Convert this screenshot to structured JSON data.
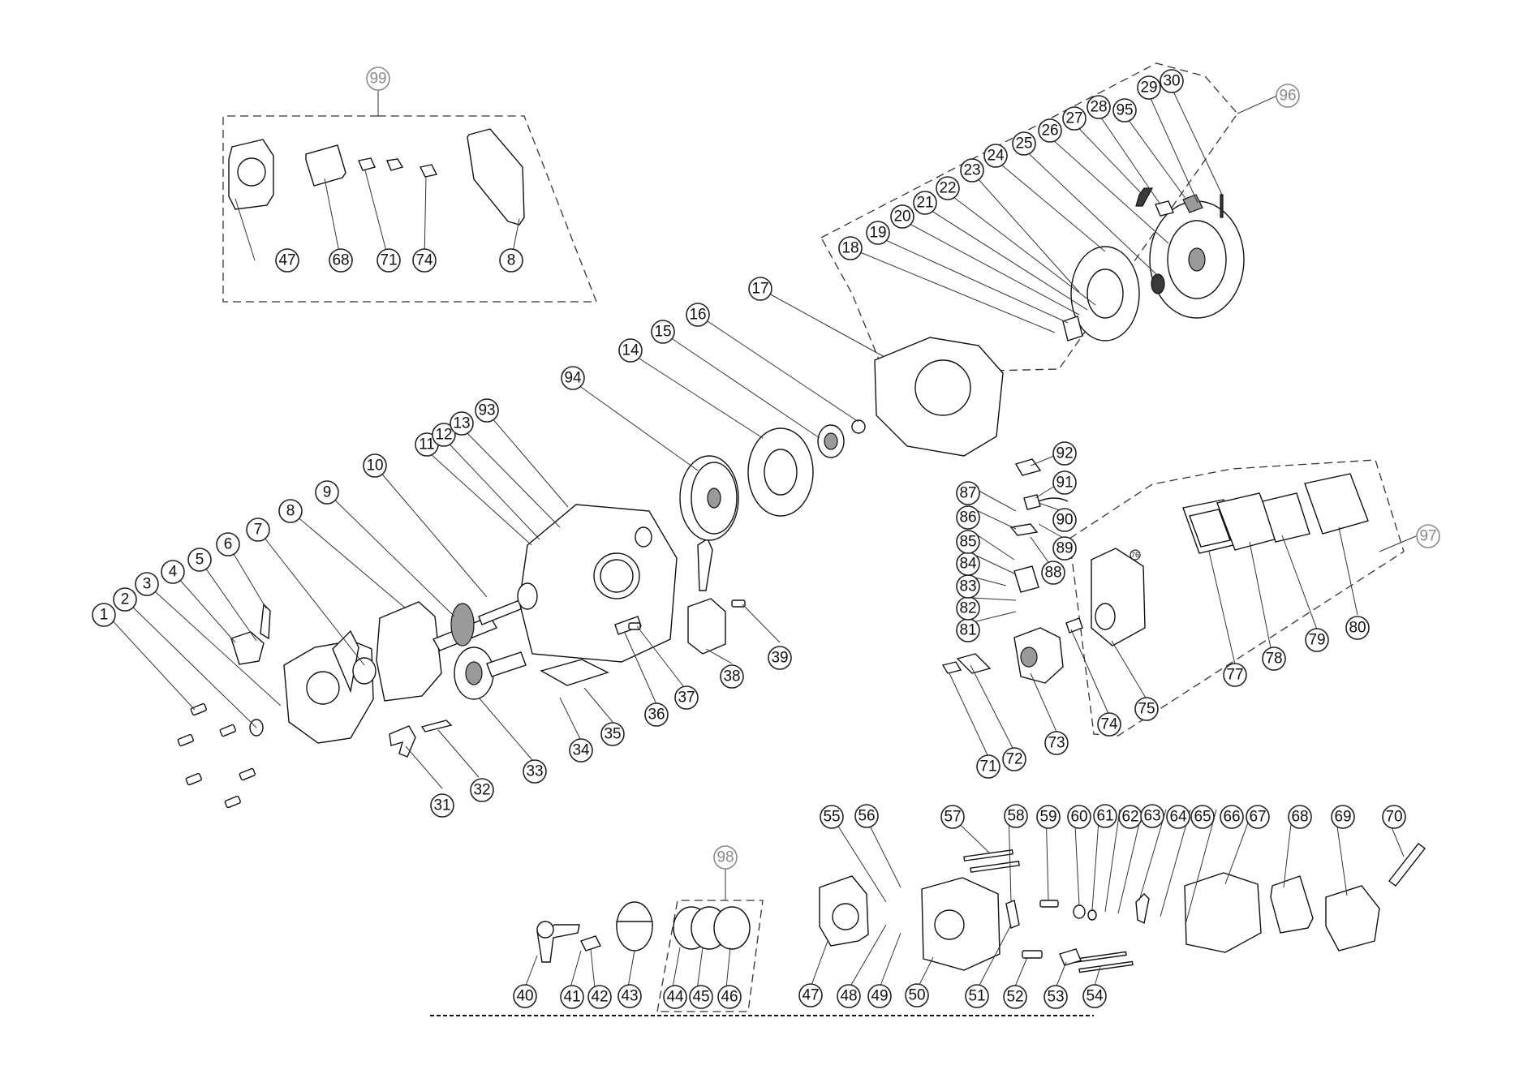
{
  "diagram": {
    "callouts": [
      {
        "id": "p1",
        "label": "1"
      },
      {
        "id": "p2",
        "label": "2"
      },
      {
        "id": "p3",
        "label": "3"
      },
      {
        "id": "p4",
        "label": "4"
      },
      {
        "id": "p5",
        "label": "5"
      },
      {
        "id": "p6",
        "label": "6"
      },
      {
        "id": "p7",
        "label": "7"
      },
      {
        "id": "p8",
        "label": "8"
      },
      {
        "id": "p9",
        "label": "9"
      },
      {
        "id": "p10",
        "label": "10"
      },
      {
        "id": "p11",
        "label": "11"
      },
      {
        "id": "p12",
        "label": "12"
      },
      {
        "id": "p13",
        "label": "13"
      },
      {
        "id": "p14",
        "label": "14"
      },
      {
        "id": "p15",
        "label": "15"
      },
      {
        "id": "p16",
        "label": "16"
      },
      {
        "id": "p17",
        "label": "17"
      },
      {
        "id": "p18",
        "label": "18"
      },
      {
        "id": "p19",
        "label": "19"
      },
      {
        "id": "p20",
        "label": "20"
      },
      {
        "id": "p21",
        "label": "21"
      },
      {
        "id": "p22",
        "label": "22"
      },
      {
        "id": "p23",
        "label": "23"
      },
      {
        "id": "p24",
        "label": "24"
      },
      {
        "id": "p25",
        "label": "25"
      },
      {
        "id": "p26",
        "label": "26"
      },
      {
        "id": "p27",
        "label": "27"
      },
      {
        "id": "p28",
        "label": "28"
      },
      {
        "id": "p29",
        "label": "29"
      },
      {
        "id": "p30",
        "label": "30"
      },
      {
        "id": "p31",
        "label": "31"
      },
      {
        "id": "p32",
        "label": "32"
      },
      {
        "id": "p33",
        "label": "33"
      },
      {
        "id": "p34",
        "label": "34"
      },
      {
        "id": "p35",
        "label": "35"
      },
      {
        "id": "p36",
        "label": "36"
      },
      {
        "id": "p37",
        "label": "37"
      },
      {
        "id": "p38",
        "label": "38"
      },
      {
        "id": "p39",
        "label": "39"
      },
      {
        "id": "p40",
        "label": "40"
      },
      {
        "id": "p41",
        "label": "41"
      },
      {
        "id": "p42",
        "label": "42"
      },
      {
        "id": "p43",
        "label": "43"
      },
      {
        "id": "p44",
        "label": "44"
      },
      {
        "id": "p45",
        "label": "45"
      },
      {
        "id": "p46",
        "label": "46"
      },
      {
        "id": "p47",
        "label": "47"
      },
      {
        "id": "p48",
        "label": "48"
      },
      {
        "id": "p49",
        "label": "49"
      },
      {
        "id": "p50",
        "label": "50"
      },
      {
        "id": "p51",
        "label": "51"
      },
      {
        "id": "p52",
        "label": "52"
      },
      {
        "id": "p53",
        "label": "53"
      },
      {
        "id": "p54",
        "label": "54"
      },
      {
        "id": "p55",
        "label": "55"
      },
      {
        "id": "p56",
        "label": "56"
      },
      {
        "id": "p57",
        "label": "57"
      },
      {
        "id": "p58",
        "label": "58"
      },
      {
        "id": "p59",
        "label": "59"
      },
      {
        "id": "p60",
        "label": "60"
      },
      {
        "id": "p61",
        "label": "61"
      },
      {
        "id": "p62",
        "label": "62"
      },
      {
        "id": "p63",
        "label": "63"
      },
      {
        "id": "p64",
        "label": "64"
      },
      {
        "id": "p65",
        "label": "65"
      },
      {
        "id": "p66",
        "label": "66"
      },
      {
        "id": "p67",
        "label": "67"
      },
      {
        "id": "p68",
        "label": "68"
      },
      {
        "id": "p69",
        "label": "69"
      },
      {
        "id": "p70",
        "label": "70"
      },
      {
        "id": "p71",
        "label": "71"
      },
      {
        "id": "p72",
        "label": "72"
      },
      {
        "id": "p73",
        "label": "73"
      },
      {
        "id": "p74",
        "label": "74"
      },
      {
        "id": "p75",
        "label": "75"
      },
      {
        "id": "p76",
        "label": "76"
      },
      {
        "id": "p77",
        "label": "77"
      },
      {
        "id": "p78",
        "label": "78"
      },
      {
        "id": "p79",
        "label": "79"
      },
      {
        "id": "p80",
        "label": "80"
      },
      {
        "id": "p81",
        "label": "81"
      },
      {
        "id": "p82",
        "label": "82"
      },
      {
        "id": "p83",
        "label": "83"
      },
      {
        "id": "p84",
        "label": "84"
      },
      {
        "id": "p85",
        "label": "85"
      },
      {
        "id": "p86",
        "label": "86"
      },
      {
        "id": "p87",
        "label": "87"
      },
      {
        "id": "p88",
        "label": "88"
      },
      {
        "id": "p89",
        "label": "89"
      },
      {
        "id": "p90",
        "label": "90"
      },
      {
        "id": "p91",
        "label": "91"
      },
      {
        "id": "p92",
        "label": "92"
      },
      {
        "id": "p93",
        "label": "93"
      },
      {
        "id": "p94",
        "label": "94"
      },
      {
        "id": "p95",
        "label": "95"
      },
      {
        "id": "k96",
        "label": "96"
      },
      {
        "id": "k97",
        "label": "97"
      },
      {
        "id": "k98",
        "label": "98"
      },
      {
        "id": "k99",
        "label": "99"
      },
      {
        "id": "k99-47",
        "label": "47"
      },
      {
        "id": "k99-68",
        "label": "68"
      },
      {
        "id": "k99-71",
        "label": "71"
      },
      {
        "id": "k99-74",
        "label": "74"
      },
      {
        "id": "k99-8",
        "label": "8"
      }
    ]
  }
}
